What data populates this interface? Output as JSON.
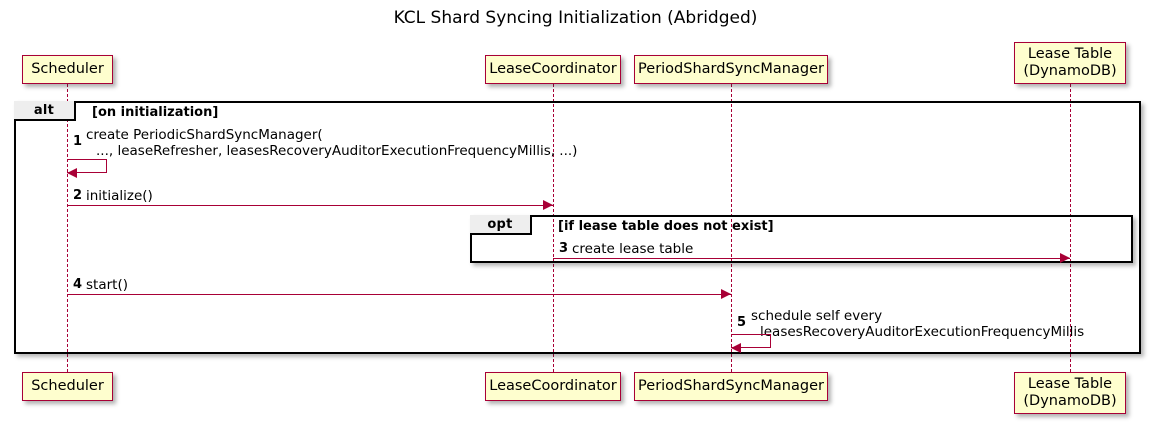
{
  "diagram": {
    "title": "KCL Shard Syncing Initialization (Abridged)",
    "type": "sequence-diagram"
  },
  "participants": [
    {
      "id": "scheduler",
      "lines": [
        "Scheduler"
      ]
    },
    {
      "id": "coordinator",
      "lines": [
        "LeaseCoordinator"
      ]
    },
    {
      "id": "syncmanager",
      "lines": [
        "PeriodShardSyncManager"
      ]
    },
    {
      "id": "leasetable",
      "lines": [
        "Lease Table",
        "(DynamoDB)"
      ]
    }
  ],
  "fragments": [
    {
      "id": "alt",
      "label": "alt",
      "guard": "[on initialization]"
    },
    {
      "id": "opt",
      "label": "opt",
      "guard": "[if lease table does not exist]"
    }
  ],
  "messages": [
    {
      "num": "1",
      "kind": "self",
      "from": "scheduler",
      "to": "scheduler",
      "lines": [
        "create PeriodicShardSyncManager(",
        "..., leaseRefresher, leasesRecoveryAuditorExecutionFrequencyMillis, ...)"
      ]
    },
    {
      "num": "2",
      "kind": "call",
      "from": "scheduler",
      "to": "coordinator",
      "lines": [
        "initialize()"
      ]
    },
    {
      "num": "3",
      "kind": "call",
      "from": "coordinator",
      "to": "leasetable",
      "lines": [
        "create lease table"
      ]
    },
    {
      "num": "4",
      "kind": "call",
      "from": "scheduler",
      "to": "syncmanager",
      "lines": [
        "start()"
      ]
    },
    {
      "num": "5",
      "kind": "self",
      "from": "syncmanager",
      "to": "syncmanager",
      "lines": [
        "schedule self every",
        "leasesRecoveryAuditorExecutionFrequencyMillis"
      ]
    }
  ],
  "colors": {
    "participant_fill": "#FEFECE",
    "participant_border": "#A80036",
    "arrow": "#A80036",
    "frame_border": "#000000",
    "frame_tab_fill": "#EEEEEE",
    "background": "#FFFFFF",
    "text": "#000000"
  }
}
